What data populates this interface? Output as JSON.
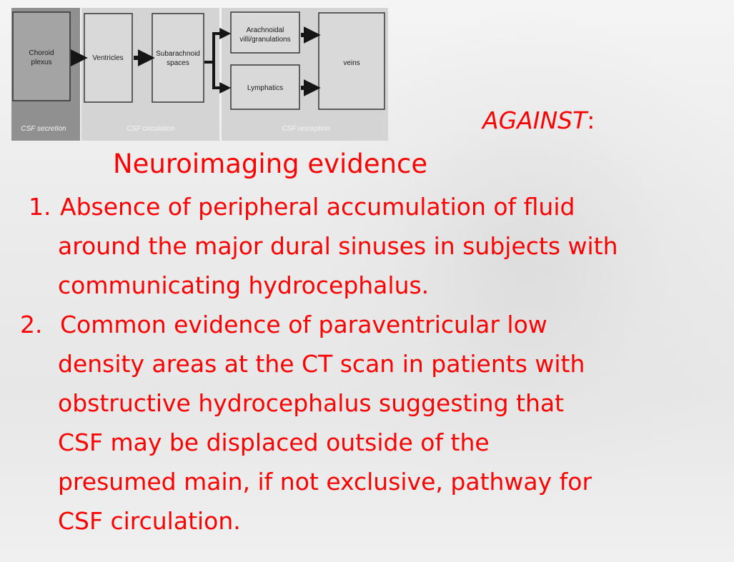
{
  "diagram": {
    "nodes": [
      {
        "id": "choroid",
        "label_lines": [
          "Choroid",
          "plexus"
        ]
      },
      {
        "id": "ventricles",
        "label_lines": [
          "Ventricles"
        ]
      },
      {
        "id": "subarachnoid",
        "label_lines": [
          "Subarachnoid",
          "spaces"
        ]
      },
      {
        "id": "arachnoidal",
        "label_lines": [
          "Arachnoidal",
          "villi/granulations"
        ]
      },
      {
        "id": "lymphatics",
        "label_lines": [
          "Lymphatics"
        ]
      },
      {
        "id": "veins",
        "label_lines": [
          "veins"
        ]
      }
    ],
    "edges": [
      {
        "from": "choroid",
        "to": "ventricles"
      },
      {
        "from": "ventricles",
        "to": "subarachnoid"
      },
      {
        "from": "subarachnoid",
        "to": "arachnoidal"
      },
      {
        "from": "subarachnoid",
        "to": "lymphatics"
      },
      {
        "from": "arachnoidal",
        "to": "veins"
      },
      {
        "from": "lymphatics",
        "to": "veins"
      }
    ],
    "stages": [
      {
        "label": "CSF secretion"
      },
      {
        "label": "CSF circulation"
      },
      {
        "label": "CSF resorption"
      }
    ],
    "colors": {
      "dark_panel": "#909090",
      "light_panel": "#d4d4d4",
      "box_fill_dark": "#a4a4a4",
      "box_fill_light": "#d9d9d9",
      "box_stroke": "#2b2b2b",
      "arrow": "#151515",
      "stage_text": "#f5f5f5",
      "node_text": "#1a1a1a"
    }
  },
  "slide": {
    "against_word": "AGAINST",
    "against_colon": ":",
    "heading": "Neuroimaging evidence",
    "text_color": "#ff0000",
    "items": [
      {
        "number": "1.",
        "lines": [
          "Absence of peripheral accumulation of fluid",
          "around the major dural sinuses in subjects with",
          "communicating hydrocephalus."
        ]
      },
      {
        "number": "2.",
        "lines": [
          "Common evidence of paraventricular low",
          "density areas at the CT scan in patients with",
          "obstructive hydrocephalus suggesting that",
          "CSF may be displaced outside of the",
          "presumed main, if not exclusive, pathway for",
          "CSF circulation."
        ]
      }
    ]
  }
}
